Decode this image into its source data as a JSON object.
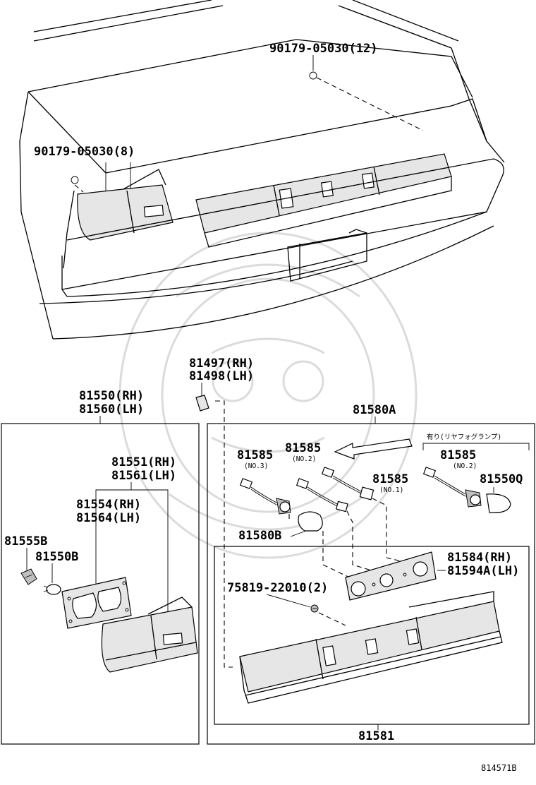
{
  "labels": {
    "bolt_12": "90179-05030(12)",
    "bolt_8": "90179-05030(8)",
    "clip_rh": "81497(RH)",
    "clip_lh": "81498(LH)",
    "lamp_rh": "81550(RH)",
    "lamp_lh": "81560(LH)",
    "lens_rh": "81551(RH)",
    "lens_lh": "81561(LH)",
    "gasket_rh": "81554(RH)",
    "gasket_lh": "81564(LH)",
    "socket_b": "81555B",
    "bulb_b": "81550B",
    "license_assy": "81580A",
    "opt_note": "有り(リヤフォグランプ)",
    "sock3": "81585",
    "sock3_sub": "(NO.3)",
    "sock2": "81585",
    "sock2_sub": "(NO.2)",
    "sock1": "81585",
    "sock1_sub": "(NO.1)",
    "sock_opt": "81585",
    "sock_opt_sub": "(NO.2)",
    "bulb_q": "81550Q",
    "bulb_80b": "81580B",
    "plate_rh": "81584(RH)",
    "plate_lh": "81594A(LH)",
    "screw": "75819-22010(2)",
    "garnish": "81581",
    "figure_id": "814571B"
  }
}
